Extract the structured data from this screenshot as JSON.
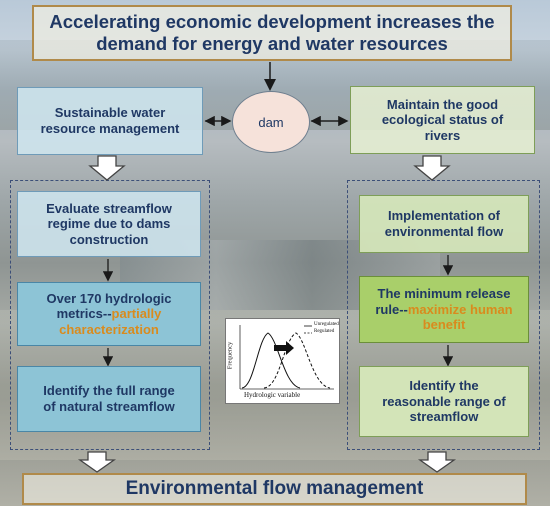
{
  "title": {
    "line1": "Accelerating economic development increases the",
    "line2": "demand for energy and water resources"
  },
  "center": {
    "label": "dam"
  },
  "left_column": {
    "top": {
      "line1": "Sustainable water",
      "line2": "resource management"
    },
    "box1": {
      "line1": "Evaluate streamflow",
      "line2": "regime due to dams",
      "line3": "construction"
    },
    "box2": {
      "line1": "Over 170 hydrologic",
      "line2_a": "metrics--",
      "line2_b": "partially",
      "line3": "characterization"
    },
    "box3": {
      "line1": "Identify the full range",
      "line2": "of natural streamflow"
    }
  },
  "right_column": {
    "top": {
      "line1": "Maintain the good",
      "line2": "ecological status of",
      "line3": "rivers"
    },
    "box1": {
      "line1": "Implementation of",
      "line2": "environmental flow"
    },
    "box2": {
      "line1": "The minimum release",
      "line2_a": "rule--",
      "line2_b": "maximize human",
      "line3": "benefit"
    },
    "box3": {
      "line1": "Identify the",
      "line2": "reasonable range of",
      "line3": "streamflow"
    }
  },
  "inset_chart": {
    "ylabel": "Frequency",
    "xlabel": "Hydrologic variable",
    "legend": [
      "Unregulated",
      "Regulated"
    ]
  },
  "footer": {
    "label": "Environmental flow management"
  },
  "colors": {
    "text": "#1f3864",
    "highlight": "#d98b1e",
    "blue_box": "#cee5ee",
    "green_box": "#d6e8ba",
    "border_brown": "#b08a4a"
  }
}
